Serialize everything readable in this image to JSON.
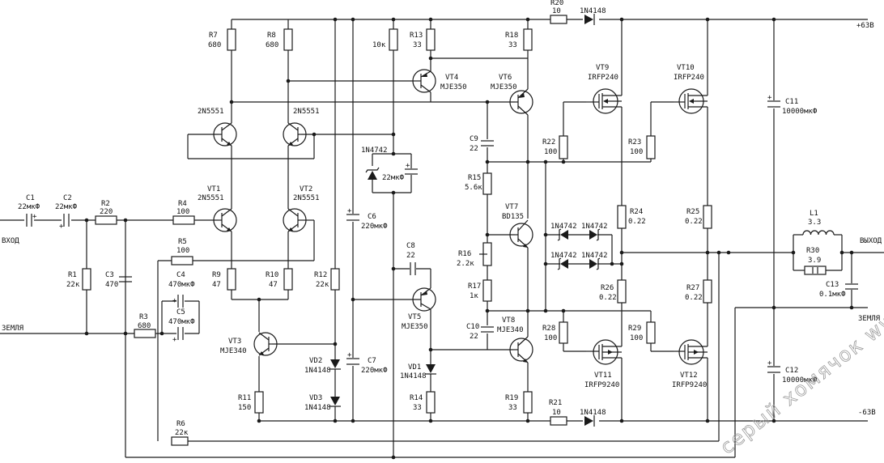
{
  "labels": {
    "in": "ВХОД",
    "out": "ВЫХОД",
    "gnd_l": "ЗЕМЛЯ",
    "gnd_r": "ЗЕМЛЯ",
    "vpos": "+63В",
    "vneg": "-63В"
  },
  "watermark": "серый хомячок www.cxo.lv",
  "components": {
    "C1": [
      "C1",
      "22мкФ"
    ],
    "C2": [
      "C2",
      "22мкФ"
    ],
    "R2": [
      "R2",
      "220"
    ],
    "R4": [
      "R4",
      "100"
    ],
    "R5": [
      "R5",
      "100"
    ],
    "R1": [
      "R1",
      "22к"
    ],
    "C3": [
      "C3",
      "470"
    ],
    "C4": [
      "C4",
      "470мкФ"
    ],
    "C5": [
      "C5",
      "470мкФ"
    ],
    "R3": [
      "R3",
      "680"
    ],
    "R6": [
      "R6",
      "22к"
    ],
    "R7": [
      "R7",
      "680"
    ],
    "R8": [
      "R8",
      "680"
    ],
    "Q1": [
      "2N5551"
    ],
    "Q2": [
      "2N5551"
    ],
    "VT1": [
      "VT1",
      "2N5551"
    ],
    "VT2": [
      "VT2",
      "2N5551"
    ],
    "R9": [
      "R9",
      "47"
    ],
    "R10": [
      "R10",
      "47"
    ],
    "VT3": [
      "VT3",
      "MJE340"
    ],
    "R11": [
      "R11",
      "150"
    ],
    "R12": [
      "R12",
      "22к"
    ],
    "VD2": [
      "VD2",
      "1N4148"
    ],
    "VD3": [
      "VD3",
      "1N4148"
    ],
    "C6": [
      "C6",
      "220мкФ"
    ],
    "C7": [
      "C7",
      "220мкФ"
    ],
    "ZD": [
      "1N4742"
    ],
    "CZ": [
      "22мкФ"
    ],
    "R10k": [
      "10к"
    ],
    "R13": [
      "R13",
      "33"
    ],
    "VT4": [
      "VT4",
      "MJE350"
    ],
    "C8": [
      "C8",
      "22"
    ],
    "VT5": [
      "VT5",
      "MJE350"
    ],
    "VD1": [
      "VD1",
      "1N4148"
    ],
    "R14": [
      "R14",
      "33"
    ],
    "R18": [
      "R18",
      "33"
    ],
    "VT6": [
      "VT6",
      "MJE350"
    ],
    "C9": [
      "C9",
      "22"
    ],
    "R15": [
      "R15",
      "5.6к"
    ],
    "VT7": [
      "VT7",
      "BD135"
    ],
    "R16": [
      "R16",
      "2.2к"
    ],
    "R17": [
      "R17",
      "1к"
    ],
    "C10": [
      "C10",
      "22"
    ],
    "VT8": [
      "VT8",
      "MJE340"
    ],
    "R19": [
      "R19",
      "33"
    ],
    "R20": [
      "R20",
      "10"
    ],
    "D20": [
      "1N4148"
    ],
    "R21": [
      "R21",
      "10"
    ],
    "D21": [
      "1N4148"
    ],
    "VT9": [
      "VT9",
      "IRFP240"
    ],
    "VT10": [
      "VT10",
      "IRFP240"
    ],
    "R22": [
      "R22",
      "100"
    ],
    "R23": [
      "R23",
      "100"
    ],
    "R24": [
      "R24",
      "0.22"
    ],
    "R25": [
      "R25",
      "0.22"
    ],
    "ZA": [
      "1N4742"
    ],
    "ZB": [
      "1N4742"
    ],
    "ZC": [
      "1N4742"
    ],
    "ZE": [
      "1N4742"
    ],
    "R26": [
      "R26",
      "0.22"
    ],
    "R27": [
      "R27",
      "0.22"
    ],
    "R28": [
      "R28",
      "100"
    ],
    "R29": [
      "R29",
      "100"
    ],
    "VT11": [
      "VT11",
      "IRFP9240"
    ],
    "VT12": [
      "VT12",
      "IRFP9240"
    ],
    "C11": [
      "C11",
      "10000мкФ"
    ],
    "C12": [
      "C12",
      "10000мкФ"
    ],
    "L1": [
      "L1",
      "3.3"
    ],
    "R30": [
      "R30",
      "3.9"
    ],
    "C13": [
      "C13",
      "0.1мкФ"
    ]
  }
}
